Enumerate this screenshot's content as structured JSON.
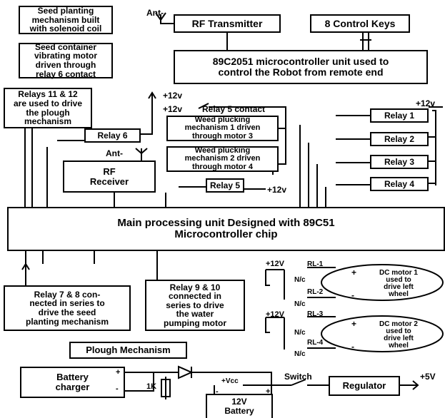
{
  "blocks": {
    "seed_planting": "Seed planting\nmechanism built\nwith solenoid coil",
    "seed_container": "Seed container\nvibrating motor\ndriven through\nrelay 6 contact",
    "rf_transmitter": "RF Transmitter",
    "control_keys": "8 Control Keys",
    "remote_mcu": "89C2051 microcontroller unit used to\ncontrol the Robot from remote end",
    "relays_11_12": "Relays 11 & 12\nare used to drive\nthe plough\nmechanism",
    "relay_6": "Relay 6",
    "weed_1": "Weed plucking\nmechanism 1 driven\nthrough motor 3",
    "weed_2": "Weed plucking\nmechanism 2 driven\nthrough motor 4",
    "rf_receiver": "RF\nReceiver",
    "relay_5": "Relay 5",
    "relay_1": "Relay 1",
    "relay_2": "Relay 2",
    "relay_3": "Relay 3",
    "relay_4": "Relay 4",
    "main_unit": "Main processing unit Designed with 89C51\nMicrocontroller chip",
    "relays_7_8": "Relay 7 & 8 con-\nnected in series to\ndrive the seed\nplanting mechanism",
    "relays_9_10": "Relay 9 & 10\nconnected in\nseries to drive\nthe water\npumping motor",
    "dc_motor_1": "DC motor 1\nused to\ndrive left\nwheel",
    "dc_motor_2": "DC motor 2\nused to\ndrive left\nwheel",
    "plough": "Plough Mechanism",
    "battery_charger": "Battery\ncharger",
    "regulator": "Regulator",
    "battery": "12V\nBattery"
  },
  "labels": {
    "ant_tx": "Ant-",
    "ant_rx": "Ant-",
    "v12_a": "+12v",
    "v12_b": "+12v",
    "relay5_contact": "Relay 5 contact",
    "v12_right": "+12v",
    "v12_relay5": "+12v",
    "v12_m1": "+12V",
    "v12_m2": "+12V",
    "rl1": "RL-1",
    "rl2": "RL-2",
    "rl3": "RL-3",
    "rl4": "RL-4",
    "nc1": "N/c",
    "nc2": "N/c",
    "nc3": "N/c",
    "nc4": "N/c",
    "plus1": "+",
    "minus1": "-",
    "plus2": "+",
    "minus2": "-",
    "vcc": "+Vcc",
    "switch": "Switch",
    "v5": "+5V",
    "r1k": "1K",
    "chg_plus": "+",
    "chg_minus": "-",
    "bat_minus": "-",
    "bat_plus": "+"
  }
}
